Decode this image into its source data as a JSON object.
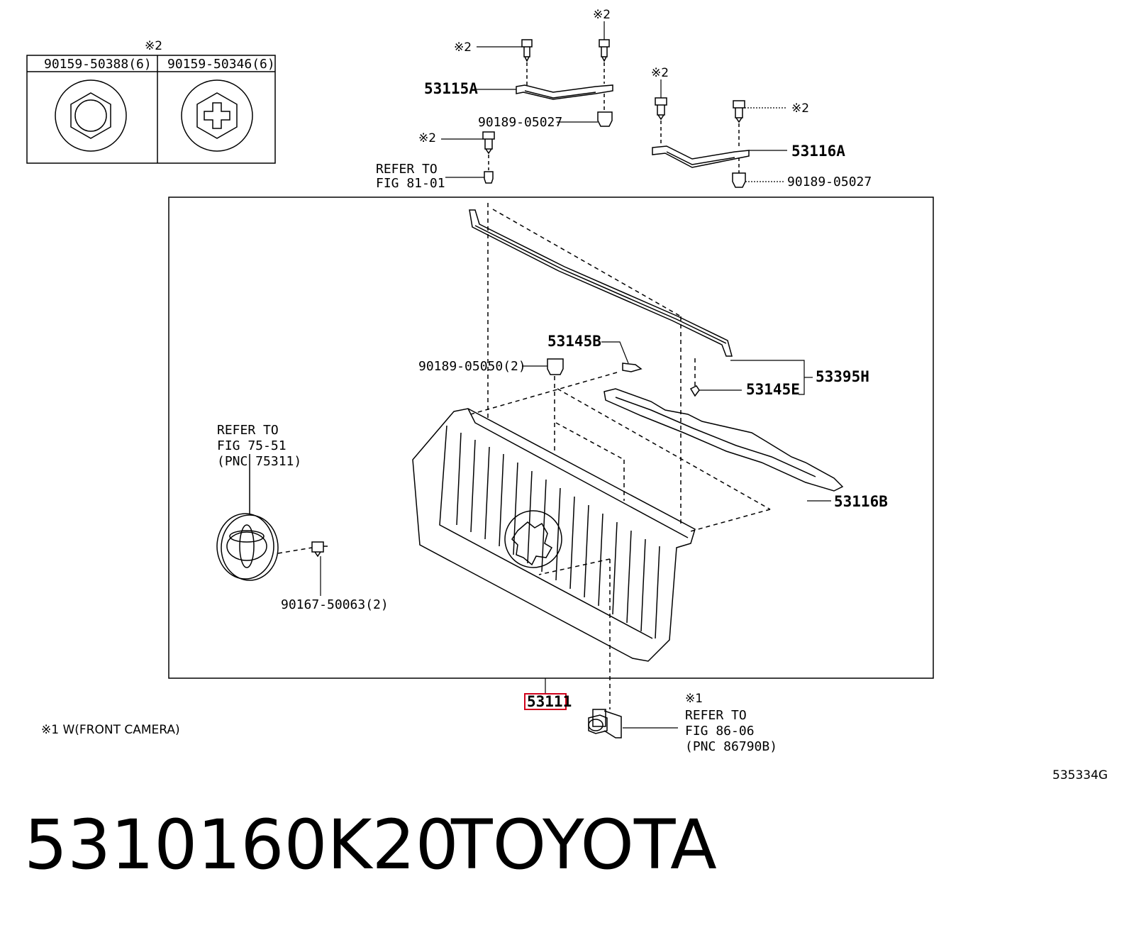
{
  "fastener_box": {
    "mark": "※2",
    "col1": "90159-50388(6)",
    "col2": "90159-50346(6)"
  },
  "marks": {
    "k2": "※2",
    "k1": "※1"
  },
  "top": {
    "bracket_left": "53115A",
    "clip_left": "90189-05027",
    "refer_81_line1": "REFER TO",
    "refer_81_line2": "FIG 81-01",
    "bracket_right": "53116A",
    "clip_right": "90189-05027"
  },
  "main": {
    "seal": "53395H",
    "clip_145b": "53145B",
    "clip_145e": "53145E",
    "clip_05050": "90189-05050(2)",
    "retainer": "53116B",
    "refer_75_line1": "REFER TO",
    "refer_75_line2": "FIG 75-51",
    "refer_75_line3": "(PNC 75311)",
    "screw": "90167-50063(2)"
  },
  "bottom": {
    "grille": "53111",
    "refer_86_line1": "REFER TO",
    "refer_86_line2": "FIG 86-06",
    "refer_86_line3": "(PNC 86790B)",
    "footnote": "※1 W(FRONT CAMERA)",
    "figure_code": "535334G"
  },
  "caption": {
    "part_number": "5310160K20",
    "brand": "TOYOTA"
  },
  "colors": {
    "highlight": "#d0021b",
    "ink": "#000000"
  }
}
